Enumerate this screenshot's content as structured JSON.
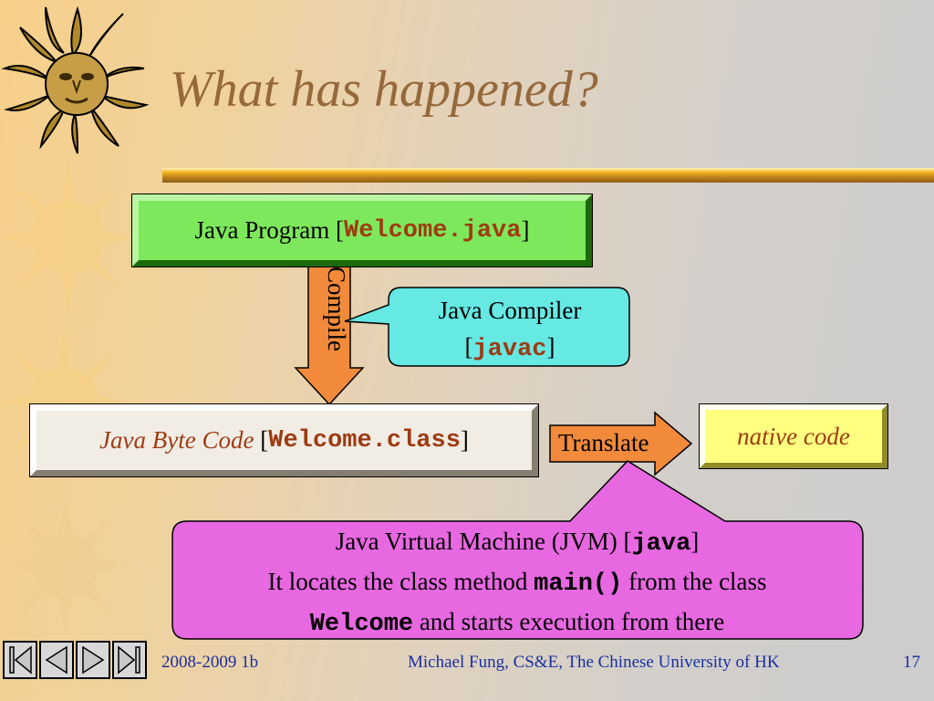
{
  "slide": {
    "title": "What has happened?",
    "footer": {
      "date": "2008-2009 1b",
      "author": "Michael Fung, CS&E, The Chinese University of HK",
      "page": "17"
    }
  },
  "diagram": {
    "source_box": {
      "prefix": "Java Program [",
      "file": "Welcome.java",
      "suffix": "]"
    },
    "compile_label": "Compile",
    "compiler_callout": {
      "line1": "Java Compiler",
      "open": "[",
      "tool": "javac",
      "close": "]"
    },
    "bytecode_box": {
      "prefix": "Java Byte Code",
      "open": " [",
      "file": "Welcome.class",
      "close": "]"
    },
    "translate_label": "Translate",
    "native_box": {
      "label": "native code"
    },
    "jvm_callout": {
      "line1_prefix": "Java Virtual Machine (JVM) [",
      "line1_tool": "java",
      "line1_suffix": "]",
      "line2_prefix": "It locates the class method ",
      "line2_code": "main()",
      "line2_suffix": " from the class",
      "line3_code": "Welcome",
      "line3_suffix": " and starts execution from there"
    }
  },
  "nav": {
    "first_icon": "first-slide-icon",
    "prev_icon": "previous-slide-icon",
    "next_icon": "next-slide-icon",
    "last_icon": "last-slide-icon"
  },
  "colors": {
    "title": "#96683a",
    "green_box": "#7de85b",
    "compiler_callout": "#66e8e3",
    "jvm_callout": "#e868e2",
    "native_box": "#ffff80",
    "compile_arrow": "#f28a3b",
    "translate_arrow": "#f28a3b",
    "footer_text": "#1a2fa0"
  }
}
